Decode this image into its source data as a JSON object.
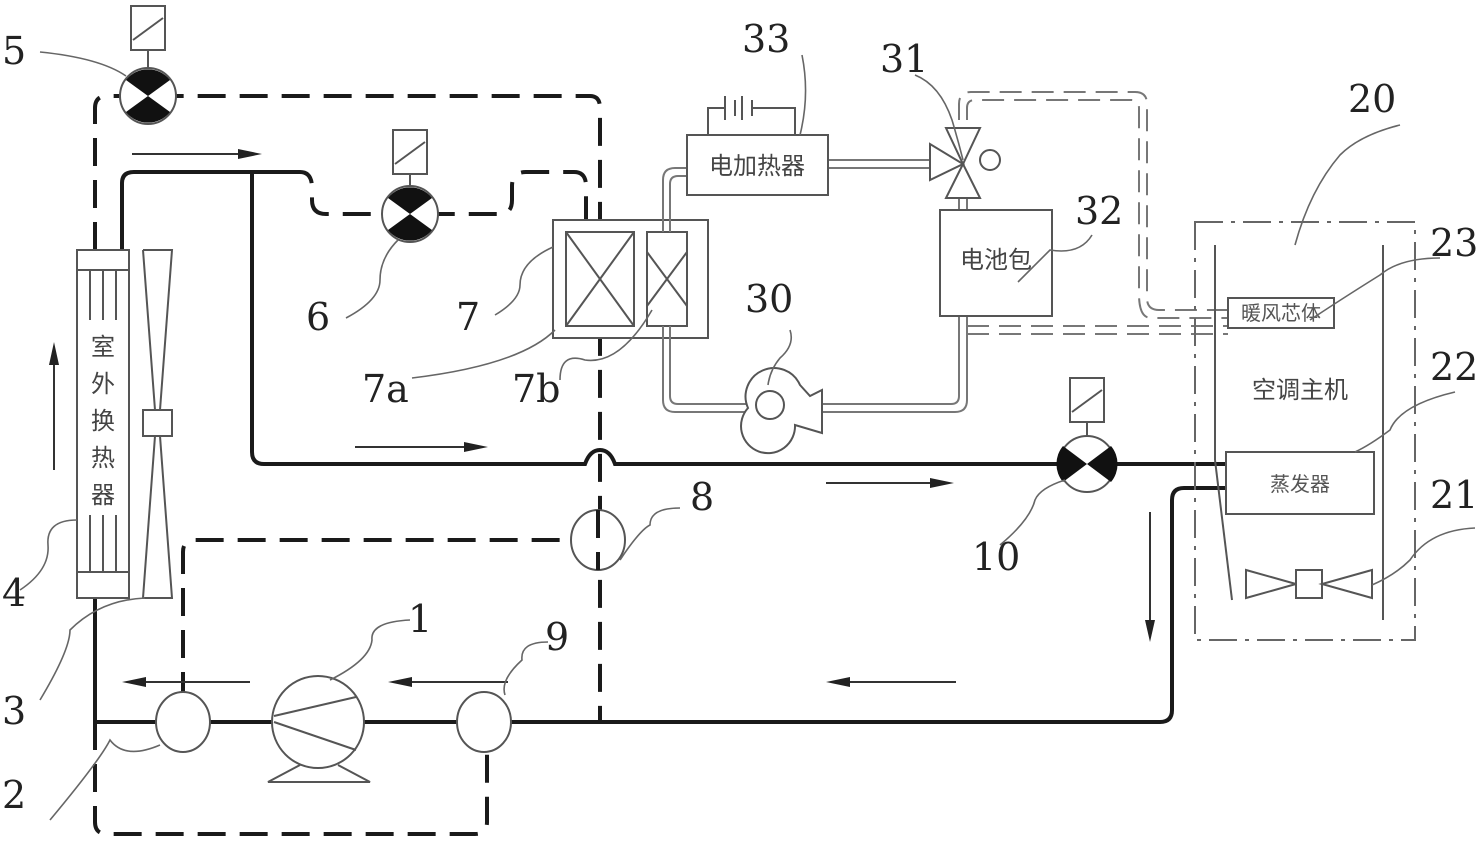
{
  "diagram": {
    "title": "",
    "component_labels": {
      "outdoor_heat_exchanger": "室外换热器",
      "electric_heater": "电加热器",
      "battery_pack": "电池包",
      "heater_core": "暖风芯体",
      "hvac_unit": "空调主机",
      "evaporator": "蒸发器"
    },
    "reference_numbers": {
      "compressor": "1",
      "valve_2": "2",
      "fan_3": "3",
      "outdoor_hx_4": "4",
      "expansion_valve_5": "5",
      "expansion_valve_6": "6",
      "plate_hx_7": "7",
      "plate_hx_7a": "7a",
      "plate_hx_7b": "7b",
      "valve_8": "8",
      "valve_9": "9",
      "expansion_valve_10": "10",
      "hvac_unit_20": "20",
      "blower_21": "21",
      "evaporator_22": "22",
      "heater_core_23": "23",
      "pump_30": "30",
      "three_way_valve_31": "31",
      "battery_pack_32": "32",
      "electric_heater_33": "33"
    }
  }
}
